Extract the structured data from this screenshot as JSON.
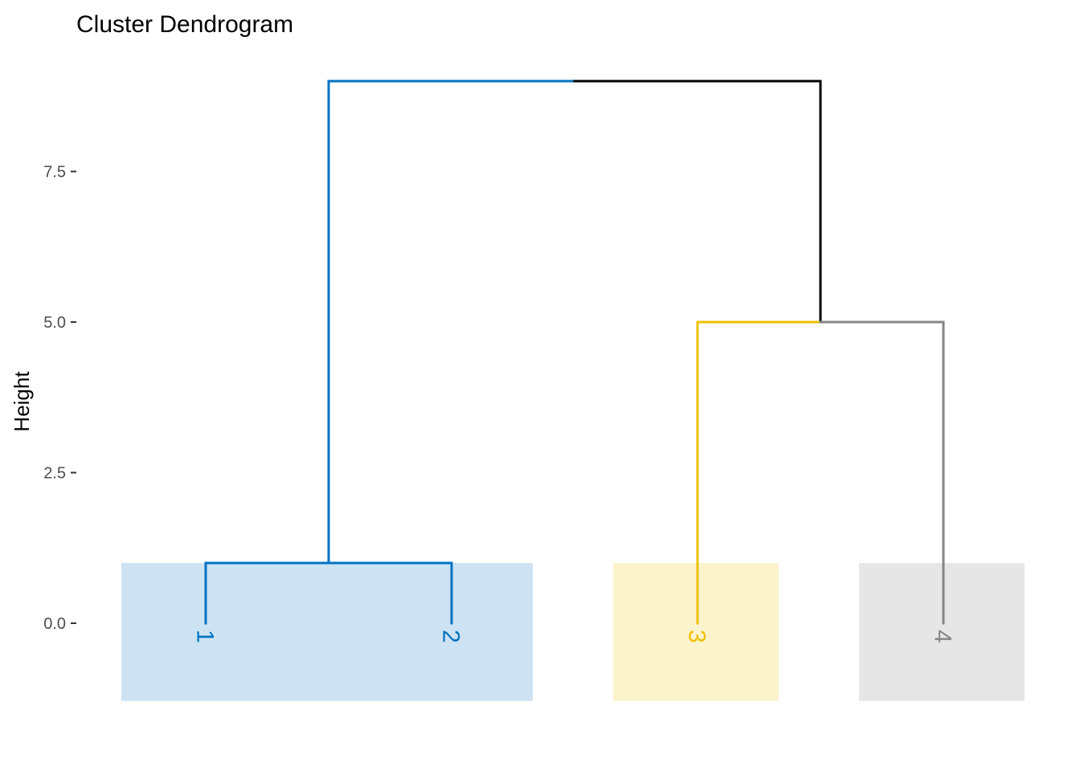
{
  "chart_data": {
    "type": "dendrogram",
    "title": "Cluster Dendrogram",
    "xlabel": "",
    "ylabel": "Height",
    "ylim": [
      -1.29,
      9.0
    ],
    "y_ticks": [
      0.0,
      2.5,
      5.0,
      7.5
    ],
    "y_tick_labels": [
      "0.0",
      "2.5",
      "5.0",
      "7.5"
    ],
    "grid": false,
    "leaves": [
      "1",
      "2",
      "3",
      "4"
    ],
    "merges": [
      {
        "left": "1",
        "right": "2",
        "height": 1.0,
        "color": "#0073C2"
      },
      {
        "left": "3",
        "right": "4",
        "height": 5.0,
        "color": "#000000"
      },
      {
        "left": "1-2",
        "right": "3-4",
        "height": 9.0,
        "color": "#000000"
      }
    ],
    "clusters": [
      {
        "members": [
          "1",
          "2"
        ],
        "color": "#0073C2",
        "fill": "#CDE3F3"
      },
      {
        "members": [
          "3"
        ],
        "color": "#EFC000",
        "fill": "#FBF3CC"
      },
      {
        "members": [
          "4"
        ],
        "color": "#868686",
        "fill": "#E6E6E6"
      }
    ]
  }
}
